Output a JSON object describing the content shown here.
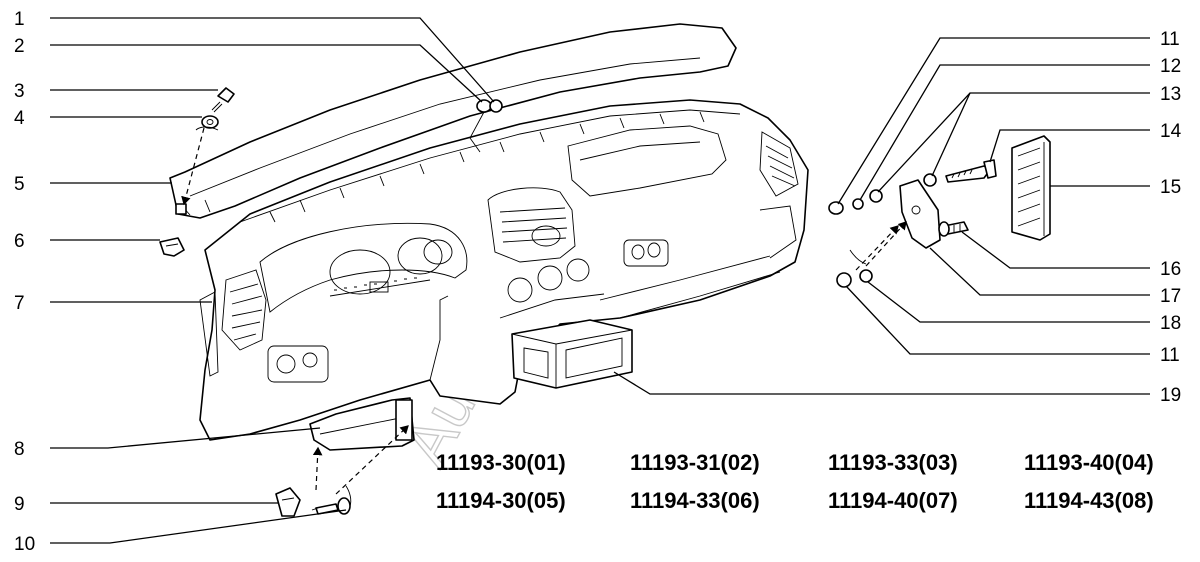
{
  "callouts": {
    "left": [
      "1",
      "2",
      "3",
      "4",
      "5",
      "6",
      "7",
      "8",
      "9",
      "10"
    ],
    "right": [
      "11",
      "12",
      "13",
      "14",
      "15",
      "16",
      "17",
      "18",
      "11",
      "19"
    ]
  },
  "model_codes": {
    "row1": [
      "11193-30(01)",
      "11193-31(02)",
      "11193-33(03)",
      "11193-40(04)"
    ],
    "row2": [
      "11194-30(05)",
      "11194-33(06)",
      "11194-40(07)",
      "11194-43(08)"
    ]
  },
  "watermark": "AutoSoft"
}
